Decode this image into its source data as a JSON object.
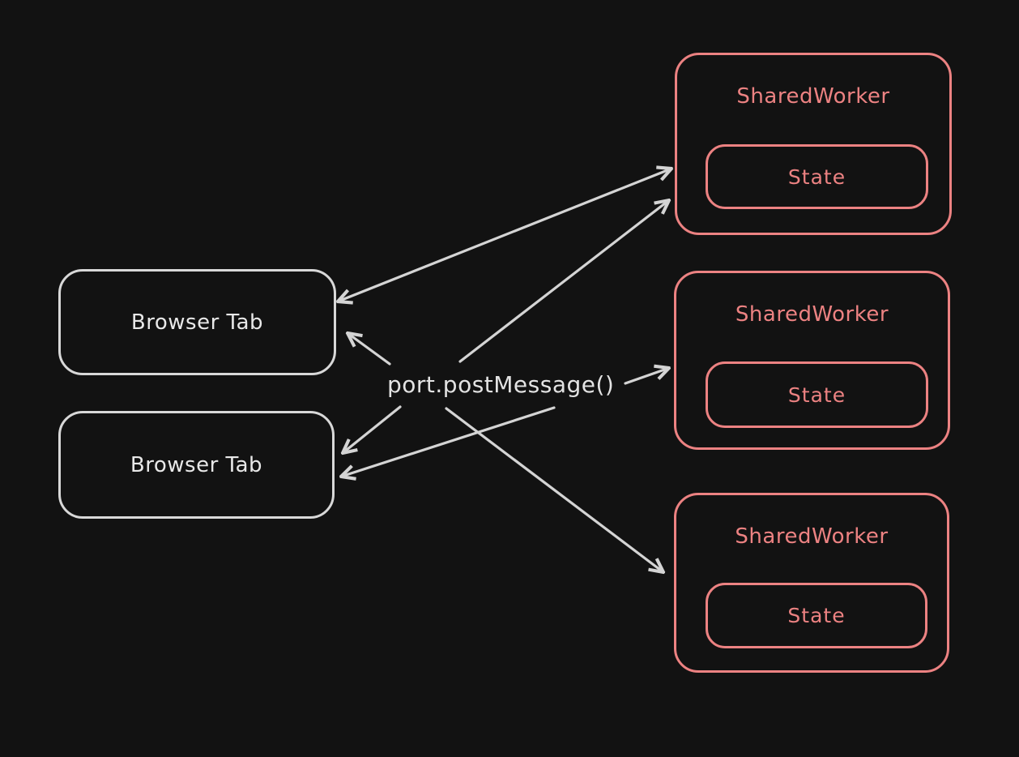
{
  "colors": {
    "canvas_bg": "#121212",
    "tab_stroke": "#d8d8d8",
    "tab_text": "#e8e8e8",
    "worker_stroke": "#ec8282",
    "worker_text": "#ec8282",
    "arrow_stroke": "#d4d4d4",
    "center_text": "#e3e3e3"
  },
  "center_label": {
    "text": "port.postMessage()"
  },
  "browser_tabs": [
    {
      "label": "Browser Tab"
    },
    {
      "label": "Browser Tab"
    }
  ],
  "shared_workers": [
    {
      "title": "SharedWorker",
      "state_label": "State"
    },
    {
      "title": "SharedWorker",
      "state_label": "State"
    },
    {
      "title": "SharedWorker",
      "state_label": "State"
    }
  ]
}
